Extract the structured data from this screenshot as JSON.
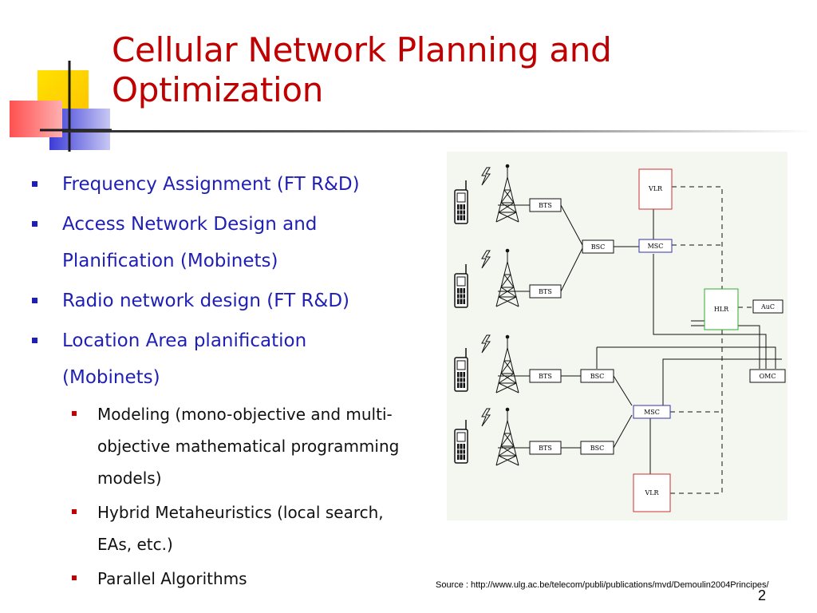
{
  "slide": {
    "title_lines": [
      "Cellular Network Planning and",
      "Optimization"
    ],
    "bullets": [
      {
        "level": 1,
        "lines": [
          "Frequency Assignment (FT R&D)"
        ]
      },
      {
        "level": 1,
        "lines": [
          "Access Network Design and",
          "Planification (Mobinets)"
        ]
      },
      {
        "level": 1,
        "lines": [
          "Radio network design (FT R&D)"
        ]
      },
      {
        "level": 1,
        "lines": [
          "Location Area planification",
          "(Mobinets)"
        ]
      },
      {
        "level": 2,
        "lines": [
          "Modeling (mono-objective and multi-",
          "objective mathematical programming",
          "models)"
        ]
      },
      {
        "level": 2,
        "lines": [
          "Hybrid Metaheuristics (local search,",
          "EAs, etc.)"
        ]
      },
      {
        "level": 2,
        "lines": [
          "Parallel Algorithms"
        ]
      }
    ],
    "source": "Source : http://www.ulg.ac.be/telecom/publi/publications/mvd/Demoulin2004Principes/",
    "page_number": "2"
  },
  "diagram": {
    "nodes": {
      "vlr_top": "VLR",
      "bts_1": "BTS",
      "bsc_1": "BSC",
      "msc_1": "MSC",
      "bts_2": "BTS",
      "hlr": "HLR",
      "auc": "AuC",
      "bts_3": "BTS",
      "bsc_3": "BSC",
      "omc": "OMC",
      "msc_2": "MSC",
      "bts_4": "BTS",
      "bsc_4": "BSC",
      "vlr_bottom": "VLR"
    }
  },
  "colors": {
    "title": "#c00000",
    "bullet_level1": "#1f1fb4",
    "bullet_level2_marker": "#c00000",
    "vlr_border": "#cc3333",
    "hlr_border": "#33aa33",
    "msc_border": "#3333aa"
  }
}
